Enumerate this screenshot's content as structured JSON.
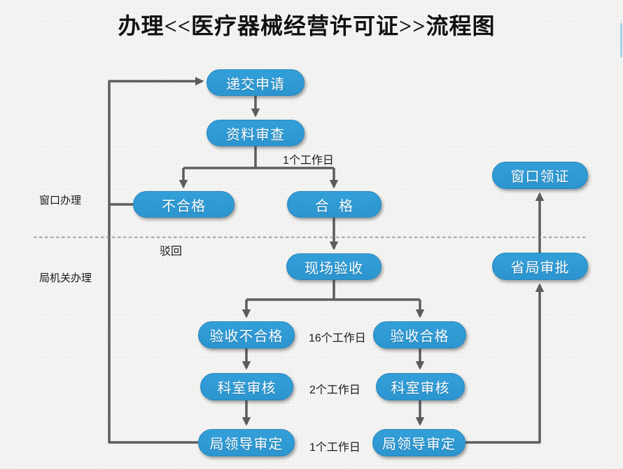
{
  "title": "办理<<医疗器械经营许可证>>流程图",
  "lanes": {
    "window": "窗口办理",
    "bureau": "局机关办理"
  },
  "nodes": {
    "submit": "递交申请",
    "doc_review": "资料审查",
    "unqualified": "不合格",
    "qualified": "合  格",
    "site_acceptance": "现场验收",
    "acceptance_fail": "验收不合格",
    "acceptance_pass": "验收合格",
    "dept_review_fail": "科室审核",
    "dept_review_pass": "科室审核",
    "leader_approval_fail": "局领导审定",
    "leader_approval_pass": "局领导审定",
    "provincial_approval": "省局审批",
    "window_certificate": "窗口领证"
  },
  "edge_labels": {
    "review_duration": "1个工作日",
    "rejected": "驳回",
    "acceptance_duration": "16个工作日",
    "dept_review_duration": "2个工作日",
    "leader_approval_duration": "1个工作日"
  },
  "colors": {
    "node_fill": "#2E9AD3",
    "node_border": "#2787BE",
    "node_text": "#FFFFFF",
    "connector": "#5C5C5C",
    "divider_dash": "#8A8A8A",
    "background": "#F1F1EF",
    "title_text": "#111111",
    "edge_strip": "#A9CFE9"
  }
}
